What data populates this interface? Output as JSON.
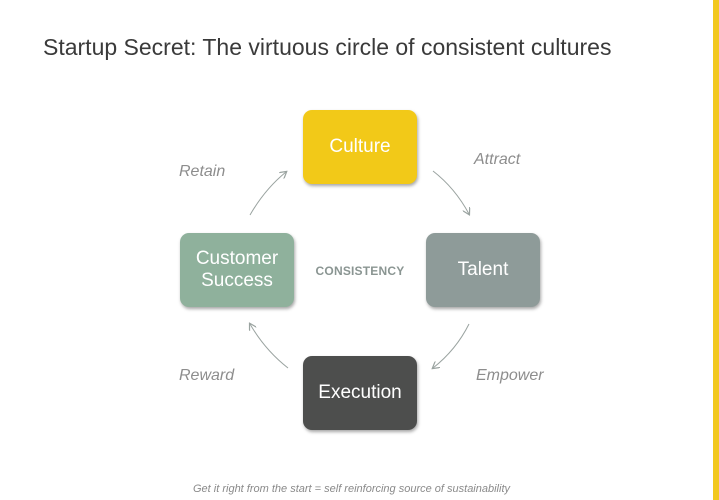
{
  "title": "Startup Secret: The virtuous circle of consistent cultures",
  "nodes": {
    "culture": "Culture",
    "talent": "Talent",
    "execution": "Execution",
    "customer_success": "Customer\nSuccess"
  },
  "center_label": "CONSISTENCY",
  "edges": {
    "attract": "Attract",
    "empower": "Empower",
    "reward": "Reward",
    "retain": "Retain"
  },
  "footer": "Get it right from the start = self reinforcing source of sustainability",
  "colors": {
    "accent": "#f2c81e",
    "culture": "#f2c918",
    "talent": "#8e9b99",
    "execution": "#4d4e4d",
    "customer_success": "#8fb19c",
    "arrow": "#9aa3a0"
  }
}
